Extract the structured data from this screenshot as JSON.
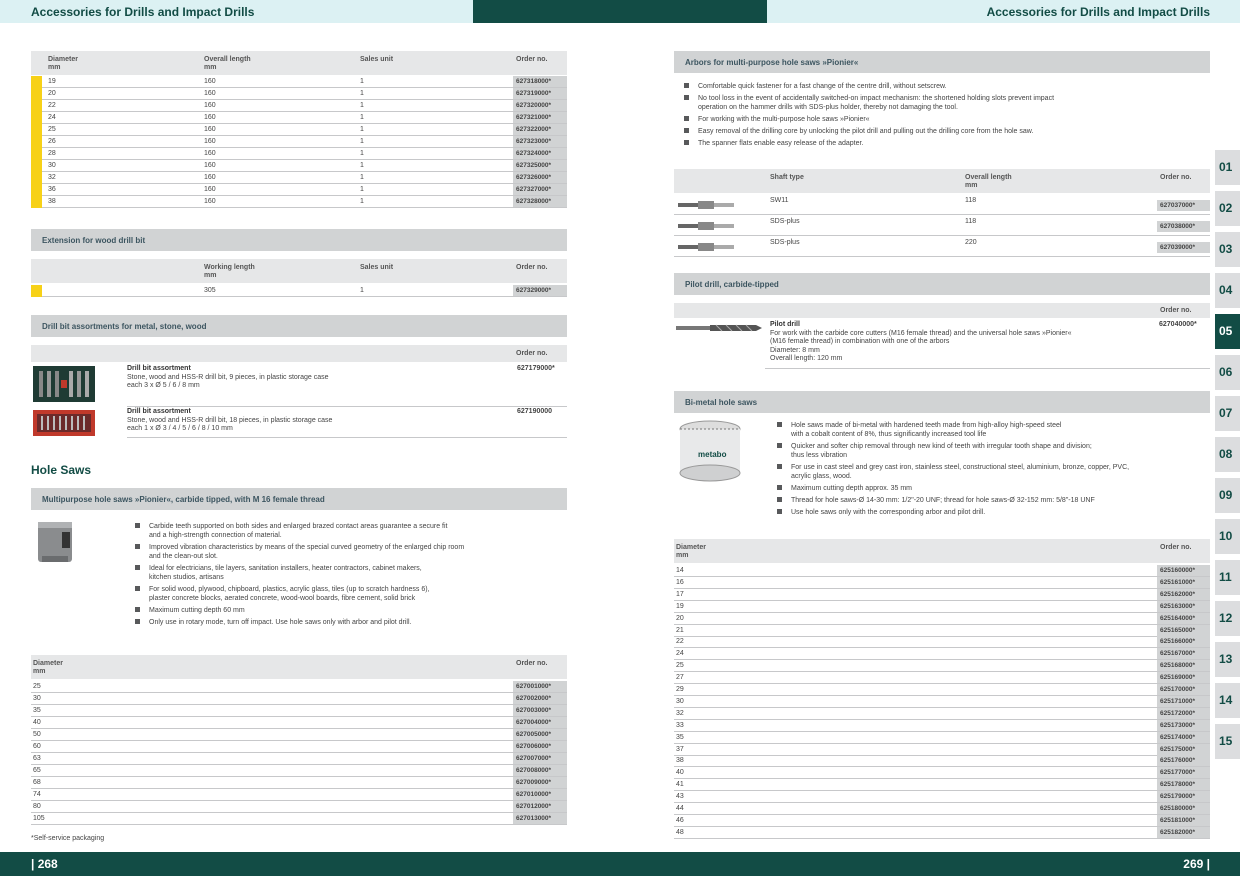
{
  "header": {
    "left_title": "Accessories for Drills and Impact Drills",
    "right_title": "Accessories for Drills and Impact Drills"
  },
  "footer": {
    "left_page": "| 268",
    "right_page": "269 |",
    "note": "*Self-service packaging"
  },
  "colors": {
    "brand": "#124c45",
    "light": "#dcf1f3",
    "grey": "#d1d3d4",
    "yellow": "#f7d117"
  },
  "nav_tabs": [
    "01",
    "02",
    "03",
    "04",
    "05",
    "06",
    "07",
    "08",
    "09",
    "10",
    "11",
    "12",
    "13",
    "14",
    "15"
  ],
  "nav_active": "05",
  "table_wood": {
    "headers": [
      "Diameter\nmm",
      "Overall length\nmm",
      "Sales unit",
      "Order no."
    ],
    "rows": [
      [
        "19",
        "160",
        "1",
        "627318000*"
      ],
      [
        "20",
        "160",
        "1",
        "627319000*"
      ],
      [
        "22",
        "160",
        "1",
        "627320000*"
      ],
      [
        "24",
        "160",
        "1",
        "627321000*"
      ],
      [
        "25",
        "160",
        "1",
        "627322000*"
      ],
      [
        "26",
        "160",
        "1",
        "627323000*"
      ],
      [
        "28",
        "160",
        "1",
        "627324000*"
      ],
      [
        "30",
        "160",
        "1",
        "627325000*"
      ],
      [
        "32",
        "160",
        "1",
        "627326000*"
      ],
      [
        "36",
        "160",
        "1",
        "627327000*"
      ],
      [
        "38",
        "160",
        "1",
        "627328000*"
      ]
    ]
  },
  "extension": {
    "title": "Extension for wood drill bit",
    "headers": [
      "Working length\nmm",
      "Sales unit",
      "Order no."
    ],
    "row": [
      "305",
      "1",
      "627329000*"
    ]
  },
  "assortment": {
    "title": "Drill bit assortments for metal, stone, wood",
    "order_header": "Order no.",
    "items": [
      {
        "name": "Drill bit assortment",
        "line1": "Stone, wood and HSS-R drill bit, 9 pieces, in plastic storage case",
        "line2": "each 3 x Ø 5 / 6 / 8 mm",
        "order": "627179000*"
      },
      {
        "name": "Drill bit assortment",
        "line1": "Stone, wood and HSS-R drill bit, 18 pieces, in plastic storage case",
        "line2": "each 1 x Ø 3 / 4 / 5 / 6 / 8 / 10 mm",
        "order": "627190000"
      }
    ]
  },
  "hole_saws": {
    "heading": "Hole Saws",
    "title": "Multipurpose hole saws »Pionier«, carbide tipped, with M 16 female thread",
    "bullets": [
      "Carbide teeth supported on both sides and enlarged brazed contact areas guarantee a secure fit\nand a high-strength connection of material.",
      "Improved vibration characteristics by means of the special curved geometry of the enlarged chip room\nand the clean-out slot.",
      "Ideal for electricians, tile layers, sanitation installers, heater contractors, cabinet makers,\nkitchen studios, artisans",
      "For solid wood, plywood, chipboard, plastics, acrylic glass, tiles (up to scratch hardness 6),\nplaster concrete blocks, aerated concrete, wood-wool boards, fibre cement, solid brick",
      "Maximum cutting depth 60 mm",
      "Only use in rotary mode, turn off impact. Use hole saws only with arbor and pilot drill."
    ],
    "headers": [
      "Diameter\nmm",
      "Order no."
    ],
    "rows": [
      [
        "25",
        "627001000*"
      ],
      [
        "30",
        "627002000*"
      ],
      [
        "35",
        "627003000*"
      ],
      [
        "40",
        "627004000*"
      ],
      [
        "50",
        "627005000*"
      ],
      [
        "60",
        "627006000*"
      ],
      [
        "63",
        "627007000*"
      ],
      [
        "65",
        "627008000*"
      ],
      [
        "68",
        "627009000*"
      ],
      [
        "74",
        "627010000*"
      ],
      [
        "80",
        "627012000*"
      ],
      [
        "105",
        "627013000*"
      ]
    ]
  },
  "arbors": {
    "title": "Arbors for multi-purpose hole saws »Pionier«",
    "bullets": [
      "Comfortable quick fastener for a fast change of the centre drill, without setscrew.",
      "No tool loss in the event of accidentally switched-on impact mechanism: the shortened holding slots prevent impact\noperation on the hammer drills with SDS-plus holder, thereby not damaging the tool.",
      "For working with the multi-purpose hole saws »Pionier«",
      "Easy removal of the drilling core by unlocking the pilot drill and pulling out the drilling core from the hole saw.",
      "The spanner flats enable easy release of the adapter."
    ],
    "headers": [
      "Shaft type",
      "Overall length\nmm",
      "Order no."
    ],
    "rows": [
      [
        "SW11",
        "118",
        "627037000*"
      ],
      [
        "SDS-plus",
        "118",
        "627038000*"
      ],
      [
        "SDS-plus",
        "220",
        "627039000*"
      ]
    ]
  },
  "pilot": {
    "title": "Pilot drill, carbide-tipped",
    "order_header": "Order no.",
    "name": "Pilot drill",
    "lines": [
      "For work with the carbide core cutters (M16 female thread) and the universal hole saws »Pionier«",
      "(M16 female thread) in combination with one of the arbors",
      "Diameter: 8 mm",
      "Overall length: 120 mm"
    ],
    "order": "627040000*"
  },
  "bimetal": {
    "title": "Bi-metal hole saws",
    "logo": "metabo",
    "bullets": [
      "Hole saws made of bi-metal with hardened teeth made from high-alloy high-speed steel\nwith a cobalt content of 8%, thus significantly increased tool life",
      "Quicker and softer chip removal through new kind of teeth with irregular tooth shape and division;\nthus less vibration",
      "For use in cast steel and grey cast iron, stainless steel, constructional steel, aluminium, bronze, copper, PVC,\nacrylic glass, wood.",
      "Maximum cutting depth approx. 35 mm",
      "Thread for hole saws-Ø 14-30 mm: 1/2\"-20 UNF; thread for hole saws-Ø 32-152 mm: 5/8\"-18 UNF",
      "Use hole saws only with the corresponding arbor and pilot drill."
    ],
    "headers": [
      "Diameter\nmm",
      "Order no."
    ],
    "rows": [
      [
        "14",
        "625160000*"
      ],
      [
        "16",
        "625161000*"
      ],
      [
        "17",
        "625162000*"
      ],
      [
        "19",
        "625163000*"
      ],
      [
        "20",
        "625164000*"
      ],
      [
        "21",
        "625165000*"
      ],
      [
        "22",
        "625166000*"
      ],
      [
        "24",
        "625167000*"
      ],
      [
        "25",
        "625168000*"
      ],
      [
        "27",
        "625169000*"
      ],
      [
        "29",
        "625170000*"
      ],
      [
        "30",
        "625171000*"
      ],
      [
        "32",
        "625172000*"
      ],
      [
        "33",
        "625173000*"
      ],
      [
        "35",
        "625174000*"
      ],
      [
        "37",
        "625175000*"
      ],
      [
        "38",
        "625176000*"
      ],
      [
        "40",
        "625177000*"
      ],
      [
        "41",
        "625178000*"
      ],
      [
        "43",
        "625179000*"
      ],
      [
        "44",
        "625180000*"
      ],
      [
        "46",
        "625181000*"
      ],
      [
        "48",
        "625182000*"
      ]
    ]
  }
}
